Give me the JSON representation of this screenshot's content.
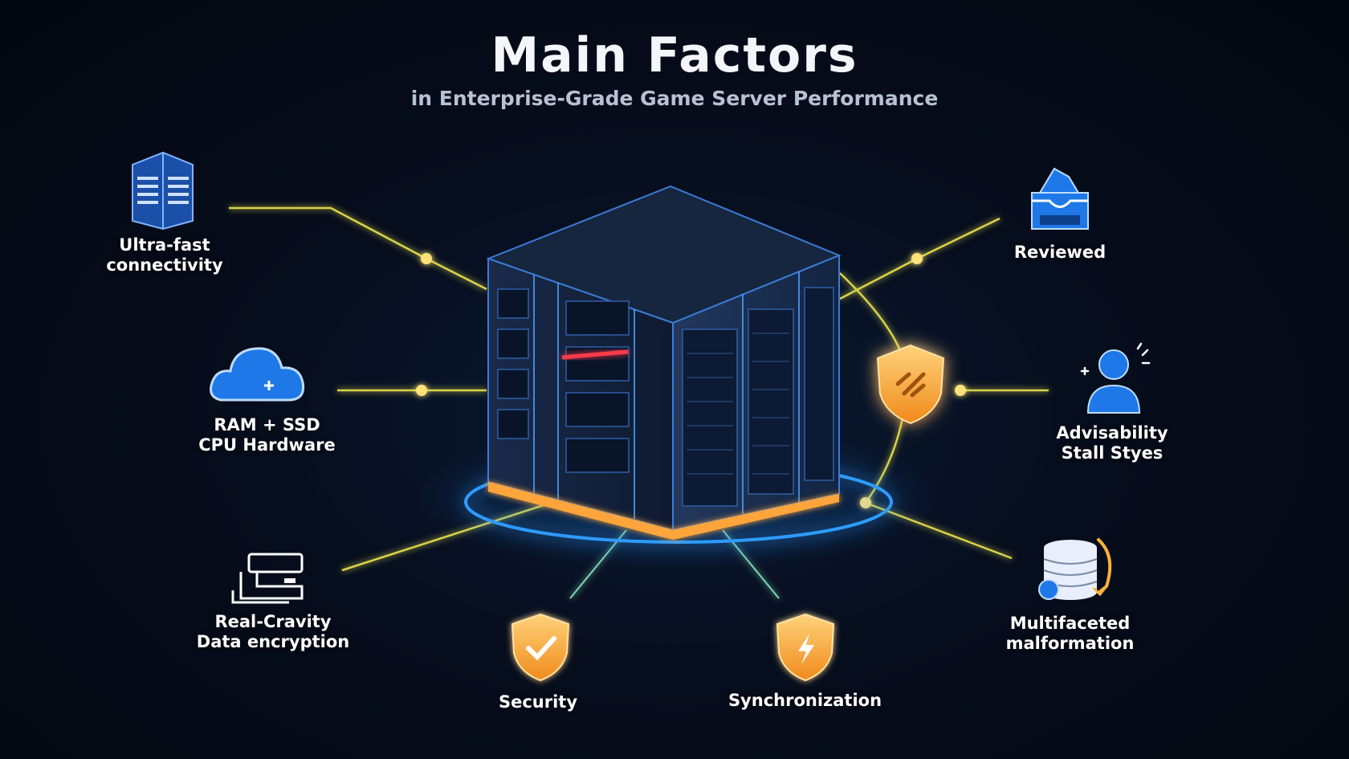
{
  "title": "Main Factors",
  "subtitle": "in Enterprise-Grade Game Server Performance",
  "colors": {
    "background": "#050b18",
    "connector": "#d9d34a",
    "accent_blue": "#1e88ff",
    "accent_orange": "#ffb13a"
  },
  "factors": {
    "ultra_fast": {
      "line1": "Ultra-fast",
      "line2": "connectivity",
      "icon": "server-tower-icon"
    },
    "ram_ssd": {
      "line1": "RAM + SSD",
      "line2": "CPU Hardware",
      "icon": "cloud-icon"
    },
    "real_cravity": {
      "line1": "Real-Cravity",
      "line2": "Data encryption",
      "icon": "network-device-icon"
    },
    "security": {
      "line1": "Security",
      "icon": "shield-check-icon"
    },
    "synchronization": {
      "line1": "Synchronization",
      "icon": "shield-bolt-icon"
    },
    "reviewed": {
      "line1": "Reviewed",
      "icon": "inbox-tray-icon"
    },
    "advisability": {
      "line1": "Advisability",
      "line2": "Stall Styes",
      "icon": "user-icon"
    },
    "multifaceted": {
      "line1": "Multifaceted",
      "line2": "malformation",
      "icon": "database-sync-icon"
    }
  }
}
